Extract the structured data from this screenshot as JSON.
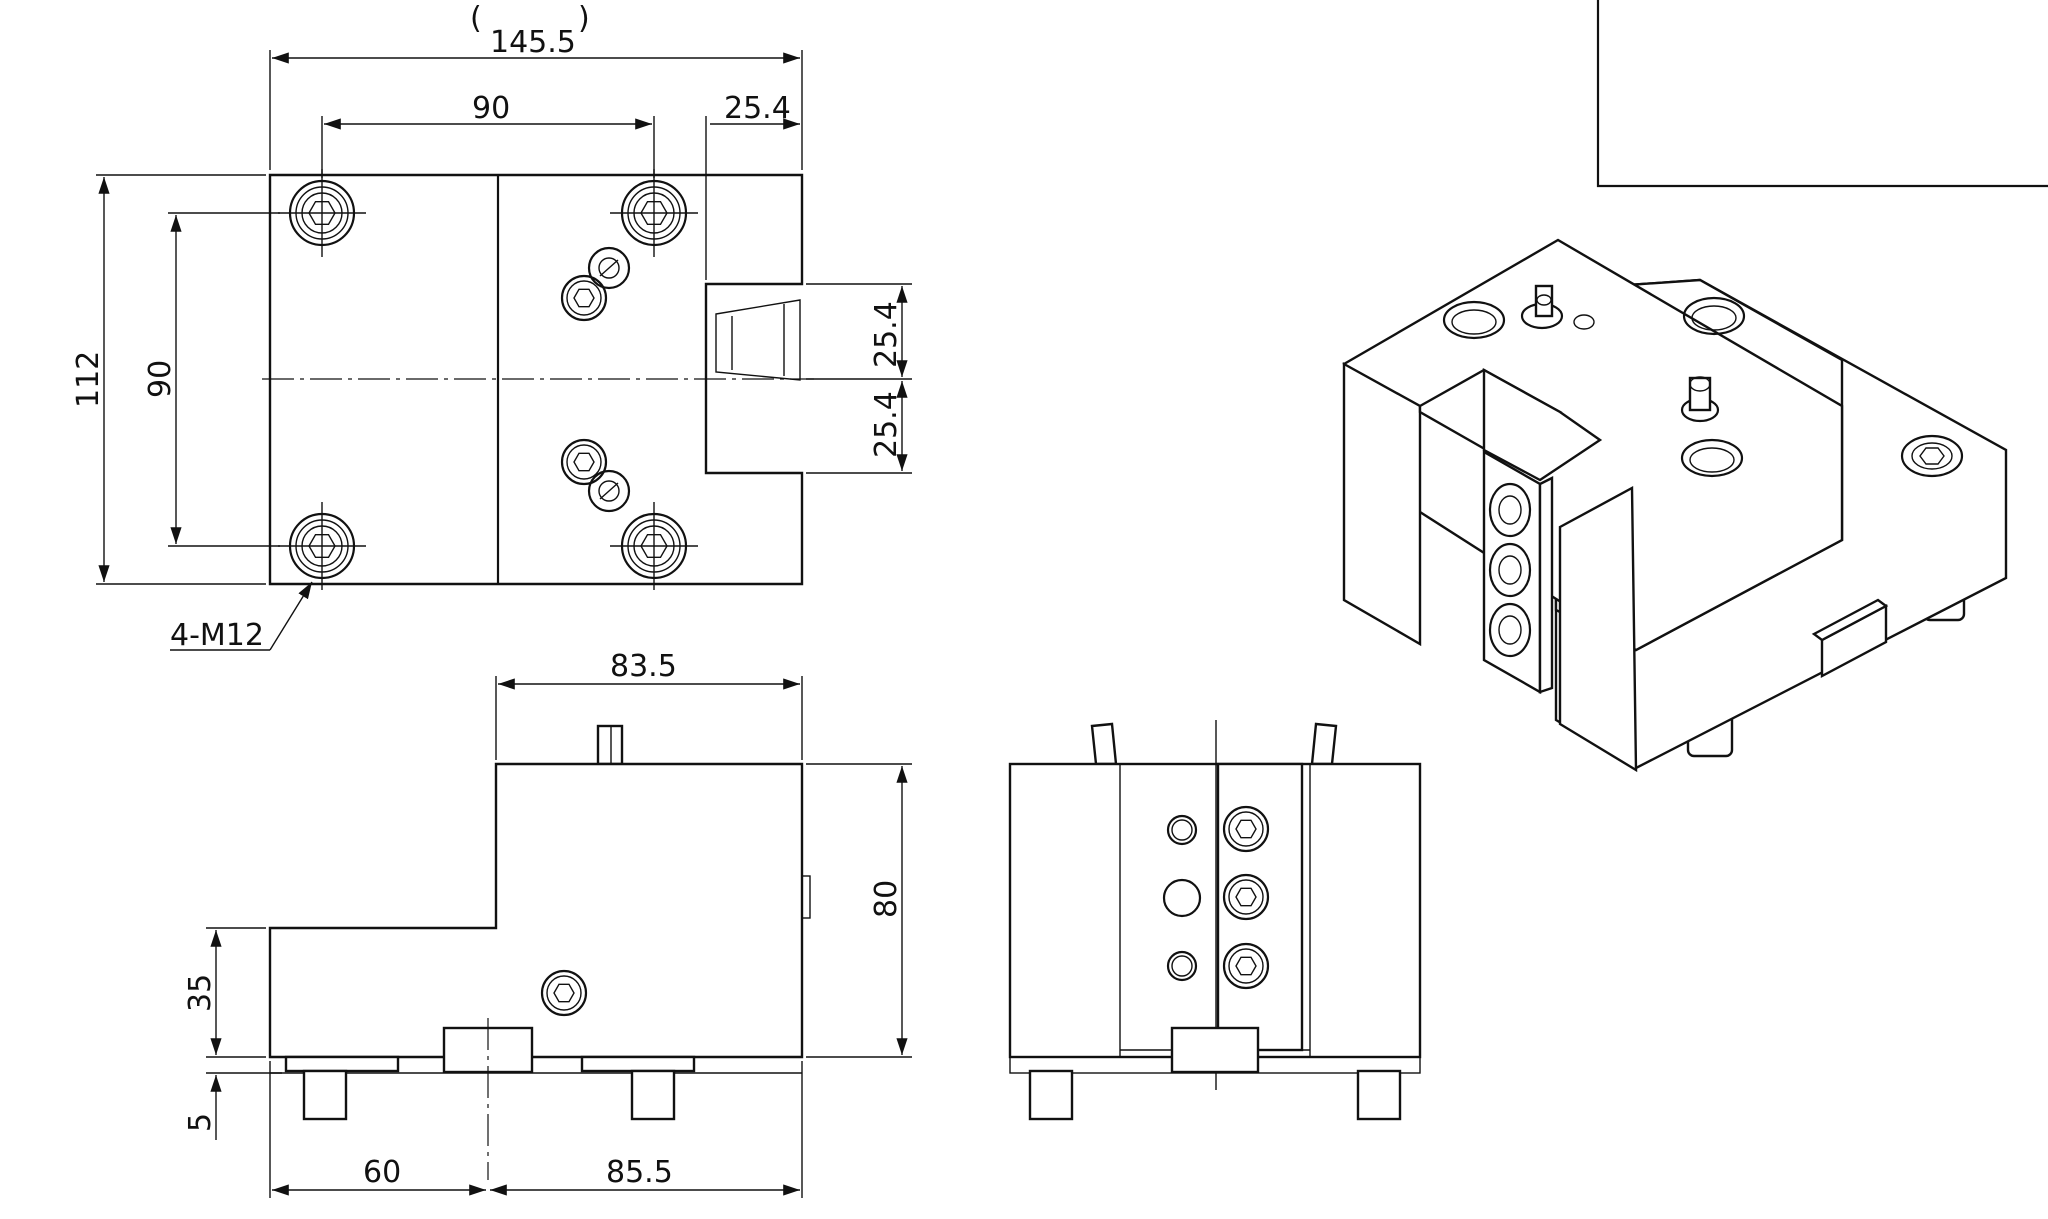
{
  "dimensions": {
    "overall_width_ref": "145.5",
    "bolt_spacing_x": "90",
    "slot_offset": "25.4",
    "overall_height": "112",
    "bolt_spacing_y": "90",
    "slot_half_upper": "25.4",
    "slot_half_lower": "25.4",
    "bolt_callout": "4-M12",
    "upper_step_width": "83.5",
    "body_height": "80",
    "lower_step_height": "35",
    "pin_height": "5",
    "key_offset_left": "60",
    "key_offset_right": "85.5"
  }
}
